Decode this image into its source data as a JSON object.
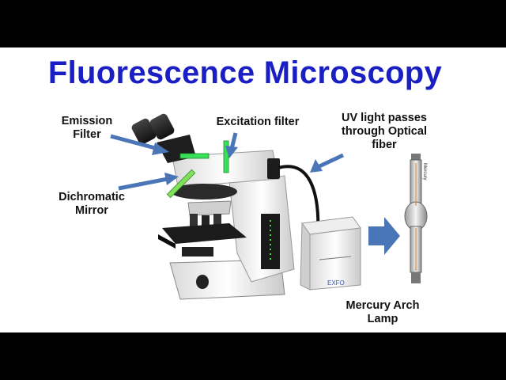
{
  "title": "Fluorescence Microscopy",
  "labels": {
    "emission_filter": [
      "Emission",
      "Filter"
    ],
    "excitation_filter": "Excitation filter",
    "dichromatic_mirror": [
      "Dichromatic",
      "Mirror"
    ],
    "uv_light": [
      "UV light passes",
      "through Optical",
      "fiber"
    ],
    "mercury_lamp": [
      "Mercury Arch",
      "Lamp"
    ],
    "lamp_housing_brand": "EXFO",
    "bulb_text": "Mercury"
  },
  "colors": {
    "title": "#1a1fc4",
    "arrow": "#4a76b8",
    "filter_green": "#39e05a",
    "frame": "#000000"
  }
}
